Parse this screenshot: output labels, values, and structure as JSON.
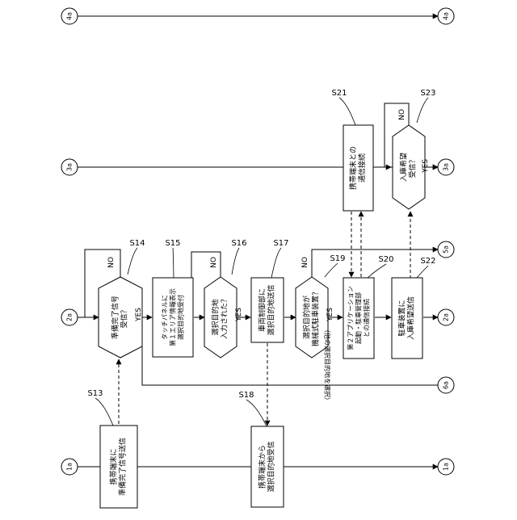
{
  "connectors": {
    "c4a": "4a",
    "c3a": "3a",
    "c2a": "2a",
    "c1a": "1a",
    "c5a": "5a",
    "c6a": "6a"
  },
  "steps": {
    "S13": {
      "id": "S13",
      "lines": [
        "携帯端末に",
        "準備完了信号送信"
      ]
    },
    "S14": {
      "id": "S14",
      "lines": [
        "準備完了信号",
        "受信？"
      ]
    },
    "S15": {
      "id": "S15",
      "lines": [
        "タッチパネルに",
        "第１エリア情報表示",
        "選択目的地受付"
      ]
    },
    "S16": {
      "id": "S16",
      "lines": [
        "選択目的地",
        "入力された？"
      ]
    },
    "S17": {
      "id": "S17",
      "lines": [
        "車両制御部に",
        "選択目的地送信"
      ]
    },
    "S18": {
      "id": "S18",
      "lines": [
        "携帯端末から",
        "選択目的地受信"
      ]
    },
    "S19": {
      "id": "S19",
      "lines": [
        "選択目的地が",
        "機械式駐車装置？"
      ]
    },
    "S20": {
      "id": "S20",
      "lines": [
        "第２アプリケーション",
        "起動・駐車管理部",
        "との通信接続"
      ]
    },
    "S21": {
      "id": "S21",
      "lines": [
        "携帯端末との",
        "通信接続"
      ]
    },
    "S22": {
      "id": "S22",
      "lines": [
        "駐車装置に",
        "入庫希望送信"
      ]
    },
    "S23": {
      "id": "S23",
      "lines": [
        "入庫希望",
        "受信？"
      ]
    }
  },
  "branch_labels": {
    "yes": "YES",
    "no": "NO"
  },
  "side_note": [
    "（他の",
    "選択",
    "目的",
    "地を",
    "選択）"
  ]
}
